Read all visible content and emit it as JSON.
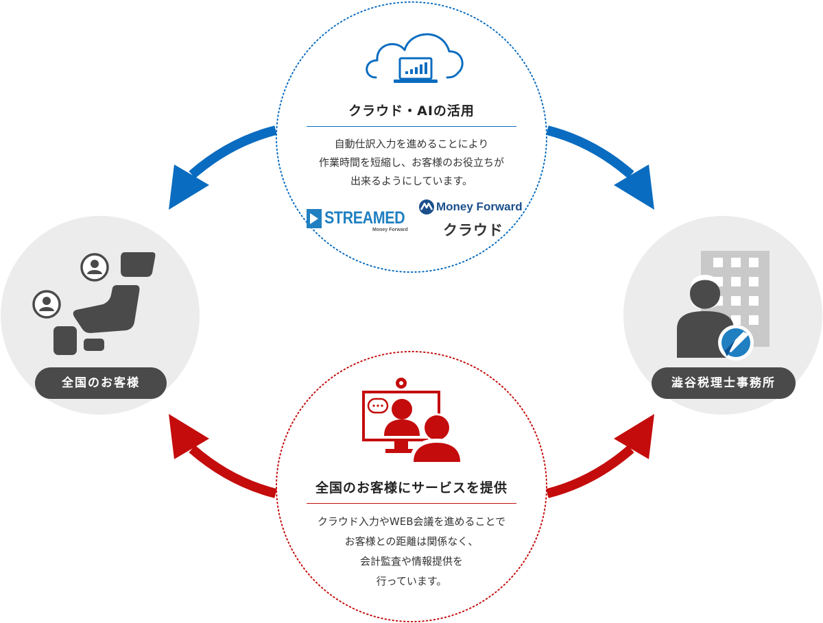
{
  "colors": {
    "blue": "#0a6cc0",
    "red": "#c40c0c",
    "gray_bg": "#ececec",
    "icon_gray": "#4a4a4a",
    "light_gray": "#c9c9c9"
  },
  "top": {
    "title": "クラウド・AIの活用",
    "lines": [
      "自動仕訳入力を進めることにより",
      "作業時間を短縮し、お客様のお役立ちが",
      "出来るようにしています。"
    ],
    "logos": {
      "streamed": "STREAMED",
      "streamed_sub": "Money Forward",
      "mf": "Money Forward",
      "mf_sub": "クラウド"
    }
  },
  "bottom": {
    "title": "全国のお客様にサービスを提供",
    "lines": [
      "クラウド入力やWEB会議を進めることで",
      "お客様との距離は関係なく、",
      "会計監査や情報提供を",
      "行っています。"
    ]
  },
  "left_node": {
    "label": "全国のお客様"
  },
  "right_node": {
    "label": "澁谷税理士事務所"
  }
}
